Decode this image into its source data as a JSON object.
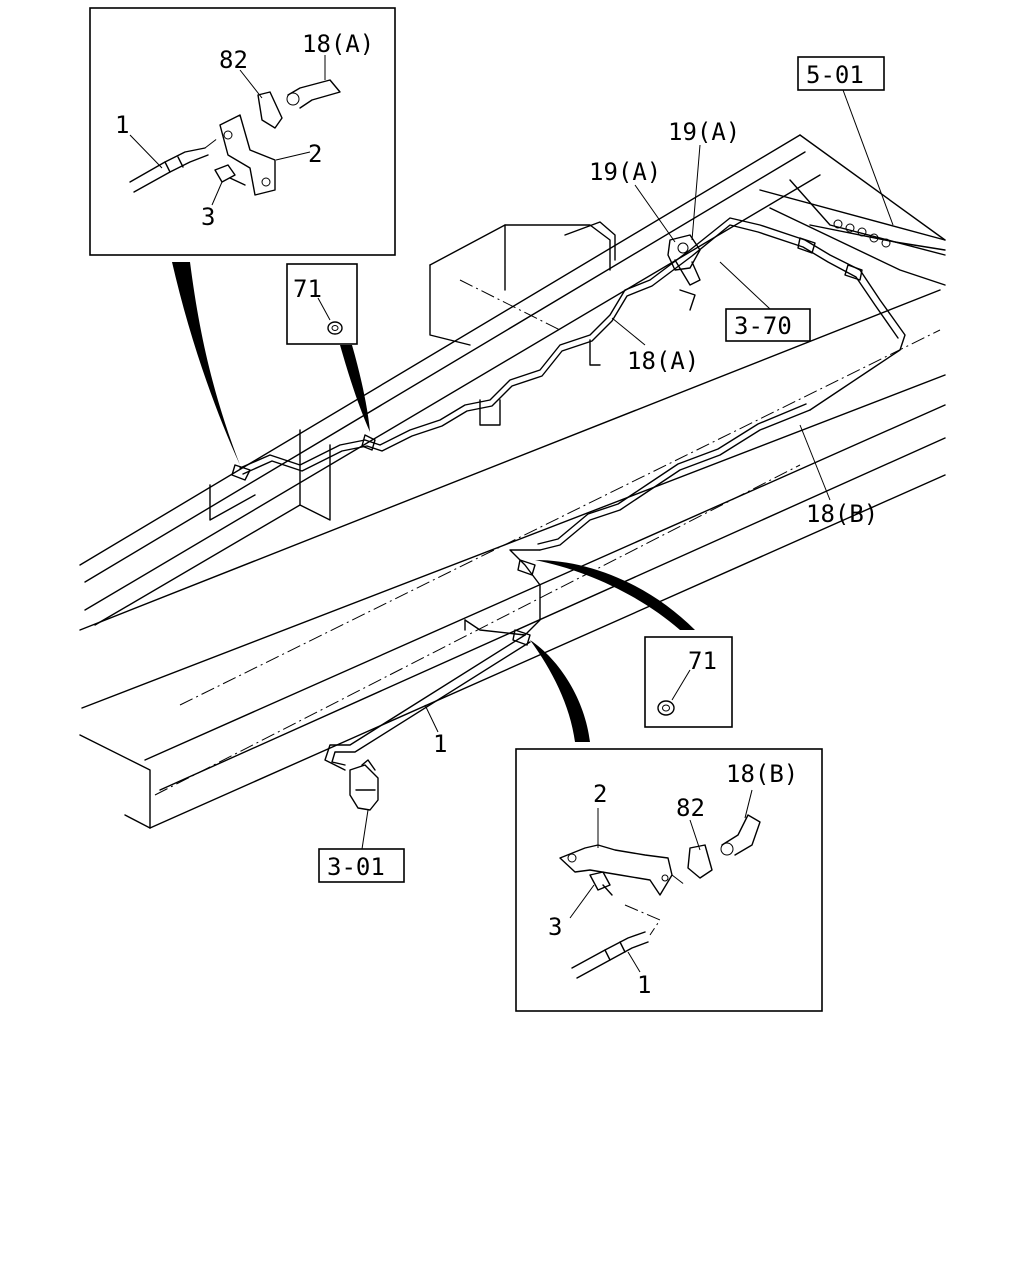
{
  "callouts": {
    "top_detail": {
      "p82": "82",
      "p18a": "18(A)",
      "p1": "1",
      "p2": "2",
      "p3": "3"
    },
    "main": {
      "ref_5_01": "5-01",
      "p19a_upper": "19(A)",
      "p19a_lower": "19(A)",
      "ref_3_70": "3-70",
      "p18a": "18(A)",
      "p18b": "18(B)",
      "p1": "1",
      "ref_3_01": "3-01"
    },
    "washer_top": {
      "p71": "71"
    },
    "washer_bottom": {
      "p71": "71"
    },
    "bottom_detail": {
      "p2": "2",
      "p82": "82",
      "p18b": "18(B)",
      "p3": "3",
      "p1": "1"
    }
  }
}
